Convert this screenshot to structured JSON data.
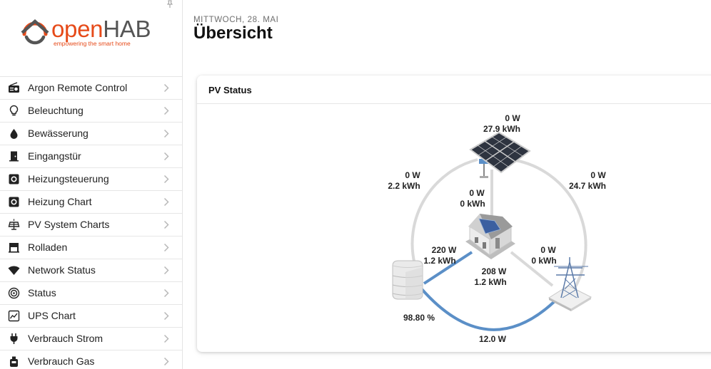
{
  "app": {
    "logo": {
      "part1": "open",
      "part2": "HAB",
      "tagline": "empowering the smart home"
    }
  },
  "sidebar": {
    "items": [
      {
        "label": "Argon Remote Control",
        "icon": "radio-icon"
      },
      {
        "label": "Beleuchtung",
        "icon": "lightbulb-icon"
      },
      {
        "label": "Bewässerung",
        "icon": "water-drop-icon"
      },
      {
        "label": "Eingangstür",
        "icon": "door-icon"
      },
      {
        "label": "Heizungsteuerung",
        "icon": "heating-icon"
      },
      {
        "label": "Heizung Chart",
        "icon": "heating-icon"
      },
      {
        "label": "PV System Charts",
        "icon": "solar-panel-icon"
      },
      {
        "label": "Rolladen",
        "icon": "shutter-icon"
      },
      {
        "label": "Network Status",
        "icon": "wifi-icon"
      },
      {
        "label": "Status",
        "icon": "status-icon"
      },
      {
        "label": "UPS Chart",
        "icon": "chart-icon"
      },
      {
        "label": "Verbrauch Strom",
        "icon": "plug-icon"
      },
      {
        "label": "Verbrauch Gas",
        "icon": "gas-icon"
      }
    ]
  },
  "header": {
    "date": "MITTWOCH, 28. MAI",
    "title": "Übersicht"
  },
  "card": {
    "title": "PV Status",
    "flow": {
      "solar": {
        "power": "0 W",
        "energy": "27.9 kWh"
      },
      "solar_to_battery": {
        "power": "0 W",
        "energy": "2.2 kWh"
      },
      "solar_to_grid": {
        "power": "0 W",
        "energy": "24.7 kWh"
      },
      "solar_to_home": {
        "power": "0 W",
        "energy": "0 kWh"
      },
      "battery_to_home": {
        "power": "220 W",
        "energy": "1.2 kWh"
      },
      "grid_to_home": {
        "power": "0 W",
        "energy": "0 kWh"
      },
      "home": {
        "power": "208 W",
        "energy": "1.2 kWh"
      },
      "battery": {
        "soc": "98.80 %"
      },
      "grid_battery": {
        "power": "12.0 W"
      }
    },
    "colors": {
      "line": "#d9d9d9",
      "active": "#5b8fc7"
    }
  }
}
